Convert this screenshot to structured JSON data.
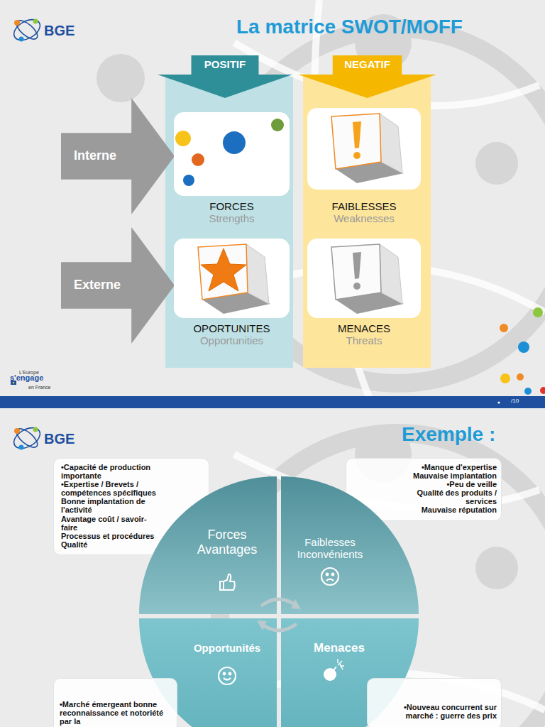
{
  "diagram": {
    "title": "La matrice SWOT/MOFF",
    "nodes": [
      {
        "text": [
          "POSITIF"
        ]
      },
      {
        "text": [
          "NEGATIF"
        ]
      },
      {
        "text": [
          "Interne"
        ]
      },
      {
        "text": [
          "Externe"
        ]
      },
      {
        "text": [
          "FORCES",
          "Strengths"
        ]
      },
      {
        "text": [
          "FAIBLESSES",
          "Weaknesses"
        ]
      },
      {
        "text": [
          "OPORTUNITES",
          "Opportunities"
        ]
      },
      {
        "text": [
          "MENACES",
          "Threats"
        ]
      },
      {
        "text": [
          "•Capacité de production importante",
          "•Expertise / Brevets / compétences spécifiques",
          "Bonne implantation de l'activité",
          "Avantage coût / savoir-faire",
          "Processus et procédures Qualité"
        ]
      },
      {
        "text": [
          "•Manque d'expertise",
          "Mauvaise implantation",
          "•Peu de veille",
          "Qualité des produits / services",
          "Mauvaise réputation"
        ]
      },
      {
        "text": [
          "Forces Avantages"
        ]
      },
      {
        "text": [
          "Faiblesses Inconvénients"
        ]
      },
      {
        "text": [
          "Opportunités"
        ]
      },
      {
        "text": [
          "Menaces"
        ]
      },
      {
        "text": [
          "•Marché émergeant bonne reconnaissance et notoriété par la"
        ]
      },
      {
        "text": [
          "•Nouveau concurrent sur marché : guerre des prix"
        ]
      }
    ],
    "labels": [
      "BGE",
      "L'Europe",
      "s'engage",
      "en France",
      "/10",
      "BGE",
      "Exemple :"
    ]
  }
}
